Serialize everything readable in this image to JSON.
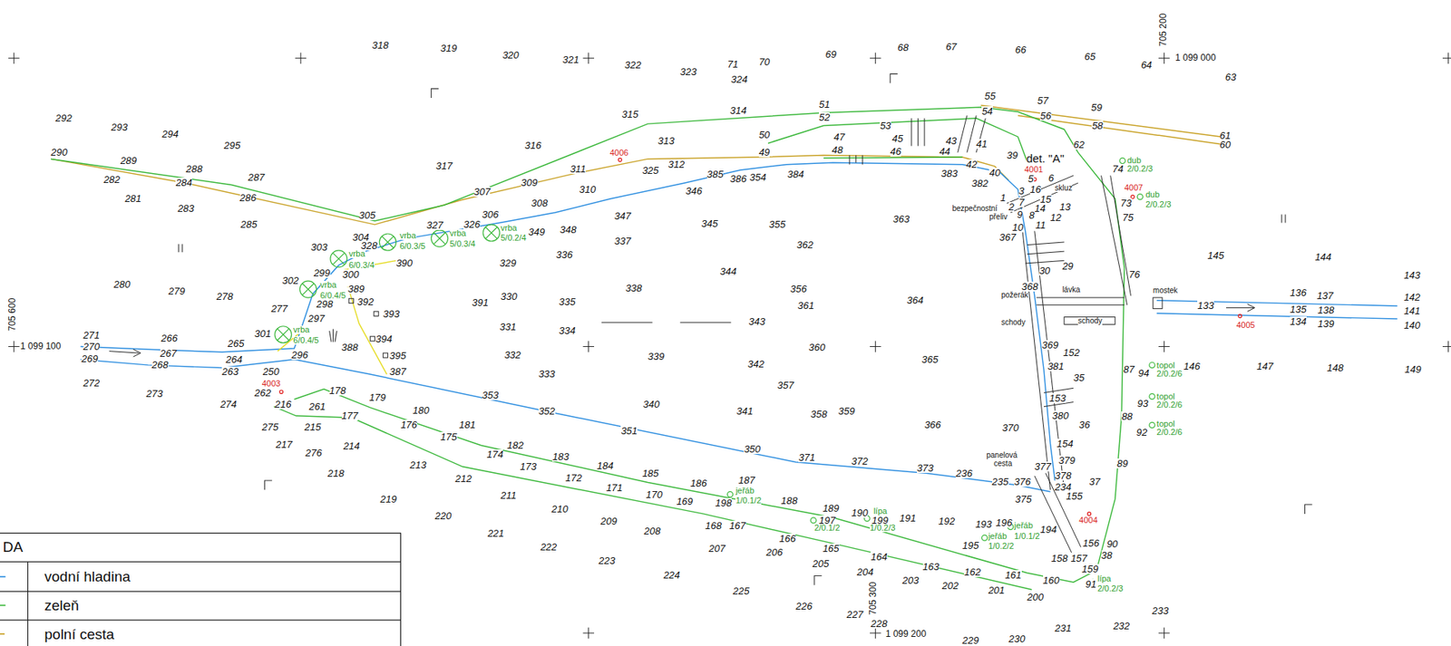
{
  "diagram": {
    "labels": [
      "318",
      "319",
      "320",
      "321",
      "322",
      "323",
      "71",
      "324",
      "70",
      "69",
      "68",
      "67",
      "66",
      "65",
      "64",
      "1 099 000",
      "63",
      "705 200",
      "292",
      "293",
      "294",
      "295",
      "290",
      "289",
      "288",
      "287",
      "284",
      "282",
      "281",
      "283",
      "286",
      "285",
      "317",
      "316",
      "315",
      "314",
      "313",
      "311",
      "309",
      "307",
      "325",
      "312",
      "310",
      "308",
      "306",
      "4006",
      "385",
      "386",
      "354",
      "384",
      "346",
      "347",
      "337",
      "336",
      "348",
      "349",
      "345",
      "355",
      "362",
      "363",
      "344",
      "338",
      "329",
      "330",
      "335",
      "391",
      "331",
      "334",
      "332",
      "333",
      "339",
      "343",
      "356",
      "361",
      "360",
      "342",
      "357",
      "340",
      "341",
      "358",
      "359",
      "364",
      "365",
      "366",
      "352",
      "353",
      "351",
      "350",
      "371",
      "372",
      "373",
      "236",
      "235",
      "376",
      "377",
      "375",
      "370",
      "380",
      "36",
      "154",
      "379",
      "378",
      "234",
      "155",
      "37",
      "89",
      "88",
      "87",
      "153",
      "35",
      "381",
      "152",
      "369",
      "30",
      "29",
      "76",
      "75",
      "73",
      "74",
      "62",
      "51",
      "52",
      "55",
      "57",
      "59",
      "54",
      "56",
      "58",
      "61",
      "60",
      "53",
      "47",
      "45",
      "43",
      "41",
      "50",
      "49",
      "48",
      "46",
      "44",
      "42",
      "40",
      "39",
      "383",
      "382",
      "1",
      "2",
      "3",
      "5",
      "6",
      "16",
      "15",
      "7",
      "14",
      "13",
      "8",
      "9",
      "12",
      "10",
      "11",
      "367",
      "368",
      "det. \"A\"",
      "4001",
      "bezpečnostní",
      "přeliv",
      "skluz",
      "lávka",
      "požerák",
      "schody",
      "schody",
      "mostek",
      "4007",
      "dub",
      "2/0.2/3",
      "dub",
      "2/0.2/3",
      "145",
      "144",
      "143",
      "136",
      "137",
      "142",
      "133",
      "135",
      "138",
      "141",
      "134",
      "139",
      "140",
      "4005",
      "146",
      "147",
      "148",
      "149",
      "94",
      "93",
      "92",
      "topol",
      "2/0.2/6",
      "topol",
      "2/0.2/6",
      "topol",
      "2/0.2/6",
      "705 600",
      "1 099 100",
      "280",
      "279",
      "278",
      "277",
      "303",
      "304",
      "305",
      "328",
      "300",
      "299",
      "302",
      "298",
      "297",
      "301",
      "389",
      "392",
      "393",
      "394",
      "395",
      "388",
      "387",
      "390",
      "327",
      "326",
      "266",
      "265",
      "271",
      "270",
      "269",
      "267",
      "268",
      "264",
      "263",
      "296",
      "250",
      "272",
      "273",
      "274",
      "4003",
      "262",
      "216",
      "261",
      "178",
      "177",
      "179",
      "180",
      "176",
      "175",
      "181",
      "275",
      "215",
      "217",
      "276",
      "214",
      "218",
      "213",
      "212",
      "211",
      "219",
      "220",
      "221",
      "222",
      "210",
      "209",
      "208",
      "223",
      "224",
      "225",
      "226",
      "227",
      "174",
      "182",
      "173",
      "183",
      "172",
      "184",
      "171",
      "185",
      "170",
      "169",
      "186",
      "198",
      "187",
      "jeřáb",
      "1/0.1/2",
      "188",
      "168",
      "167",
      "207",
      "166",
      "206",
      "165",
      "205",
      "164",
      "204",
      "163",
      "203",
      "162",
      "202",
      "161",
      "201",
      "160",
      "200",
      "189",
      "197",
      "2/0.1/2",
      "190",
      "lípa",
      "199",
      "1/0.2/3",
      "191",
      "192",
      "193",
      "196",
      "jeřáb",
      "1/0.1/2",
      "195",
      "jeřáb",
      "1/0.2/2",
      "194",
      "4004",
      "156",
      "90",
      "38",
      "158",
      "157",
      "159",
      "91",
      "lípa",
      "2/0.2/3",
      "233",
      "231",
      "232",
      "230",
      "229",
      "228",
      "1 099 200",
      "705 300",
      "vrba",
      "6/0.3/4",
      "vrba",
      "6/0.3/5",
      "vrba",
      "5/0.3/4",
      "vrba",
      "5/0.2/4",
      "vrba",
      "6/0.4/5",
      "vrba",
      "6/0.4/5",
      "DA",
      "panelová",
      "cesta"
    ],
    "legend": [
      {
        "text": "vodní hladina"
      },
      {
        "text": "zeleň"
      },
      {
        "text": "polní cesta"
      }
    ]
  }
}
